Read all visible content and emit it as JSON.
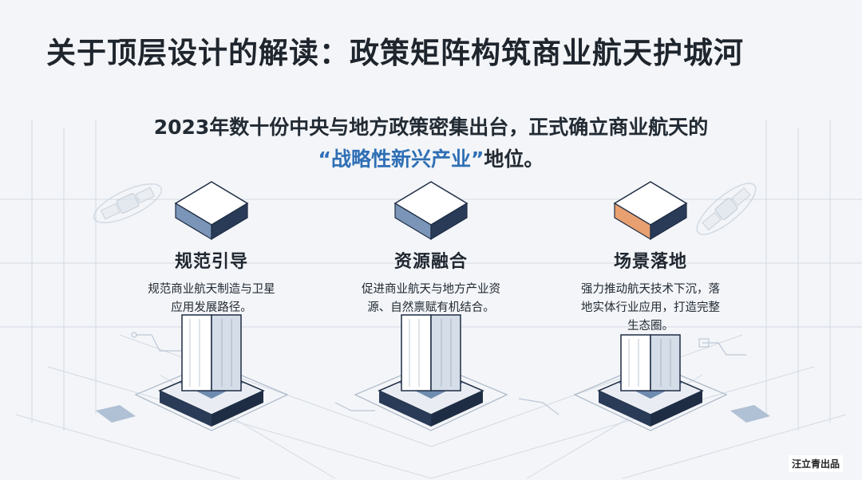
{
  "title": "关于顶层设计的解读：政策矩阵构筑商业航天护城河",
  "subtitle": {
    "line1": "2023年数十份中央与地方政策密集出台，正式确立商业航天的",
    "highlight": "“战略性新兴产业”",
    "line2_rest": "地位。"
  },
  "pillars": [
    {
      "title": "规范引导",
      "desc_lines": [
        "规范商业航天制造与卫星",
        "应用发展路径。"
      ]
    },
    {
      "title": "资源融合",
      "desc_lines": [
        "促进商业航天与地方产业资",
        "源、自然禀赋有机结合。"
      ]
    },
    {
      "title": "场景落地",
      "desc_lines": [
        "强力推动航天技术下沉，落",
        "地实体行业应用，打造完整",
        "生态圈。"
      ]
    }
  ],
  "watermark": "汪立青出品",
  "icons": [
    "satellite-icon",
    "satellite-icon"
  ],
  "colors": {
    "accent": "#2f6fb5",
    "pillar_dark": "#1f2d44",
    "pillar_top": "#7a95b8",
    "orange_accent": "#e8a070"
  }
}
